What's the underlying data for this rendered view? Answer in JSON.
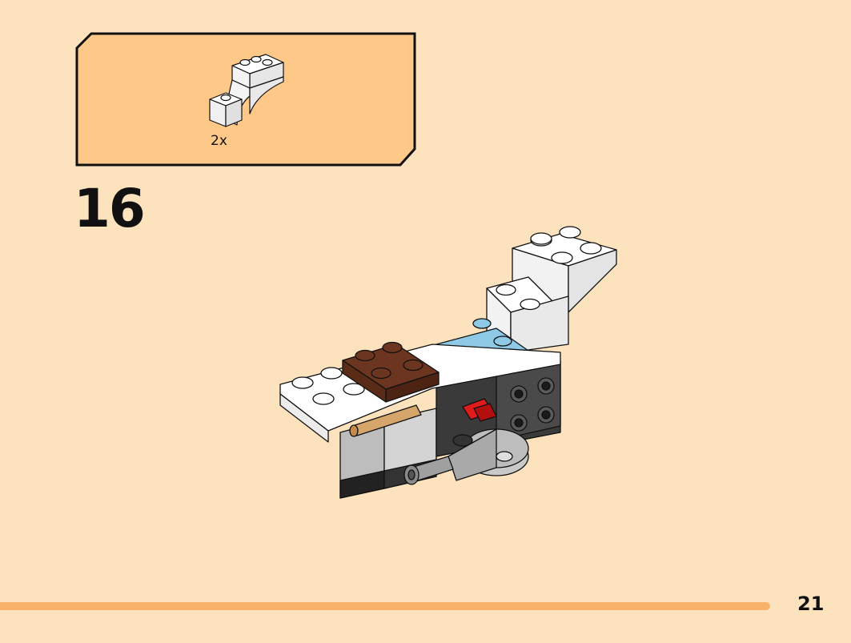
{
  "callout": {
    "part_quantity": "2x",
    "part_icon": "white-arch-brick-icon",
    "fill_color": "#fec988",
    "border_color": "#111111"
  },
  "step": {
    "number": "16"
  },
  "page": {
    "number": "21",
    "background": "#fde3bd",
    "bar_color": "#f8b26a"
  },
  "model": {
    "icon": "lego-build-model-illustration",
    "colors": {
      "white": "#ffffff",
      "light_gray": "#bfbfbf",
      "dark_gray": "#3a3a3a",
      "brown": "#6b3520",
      "light_blue": "#8ecae6",
      "tan": "#d6a56a",
      "red": "#e01b1b"
    }
  }
}
